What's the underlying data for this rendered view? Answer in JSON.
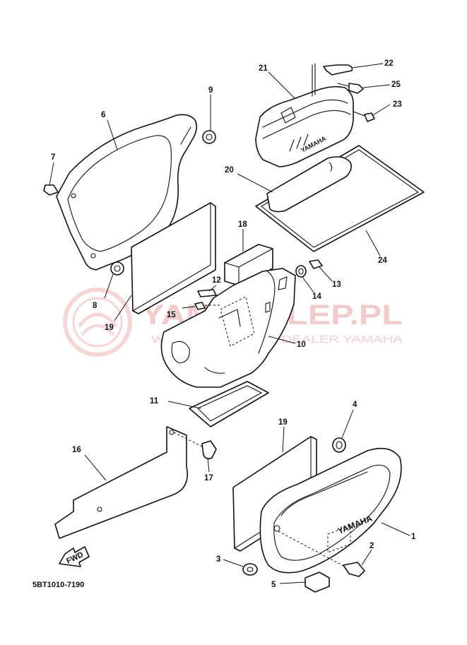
{
  "diagram": {
    "drawing_code": "5BT1010-7190",
    "forward_label": "FWD",
    "watermark": {
      "main": "YAMASKLEP.PL",
      "sub": "WEB SHOWROOM DEALER YAMAHA"
    },
    "embossed_brand": "YAMAHA",
    "callouts": [
      "1",
      "2",
      "3",
      "4",
      "5",
      "6",
      "7",
      "8",
      "9",
      "10",
      "11",
      "12",
      "13",
      "14",
      "15",
      "16",
      "17",
      "18",
      "19",
      "19",
      "20",
      "21",
      "22",
      "23",
      "24",
      "25"
    ]
  }
}
